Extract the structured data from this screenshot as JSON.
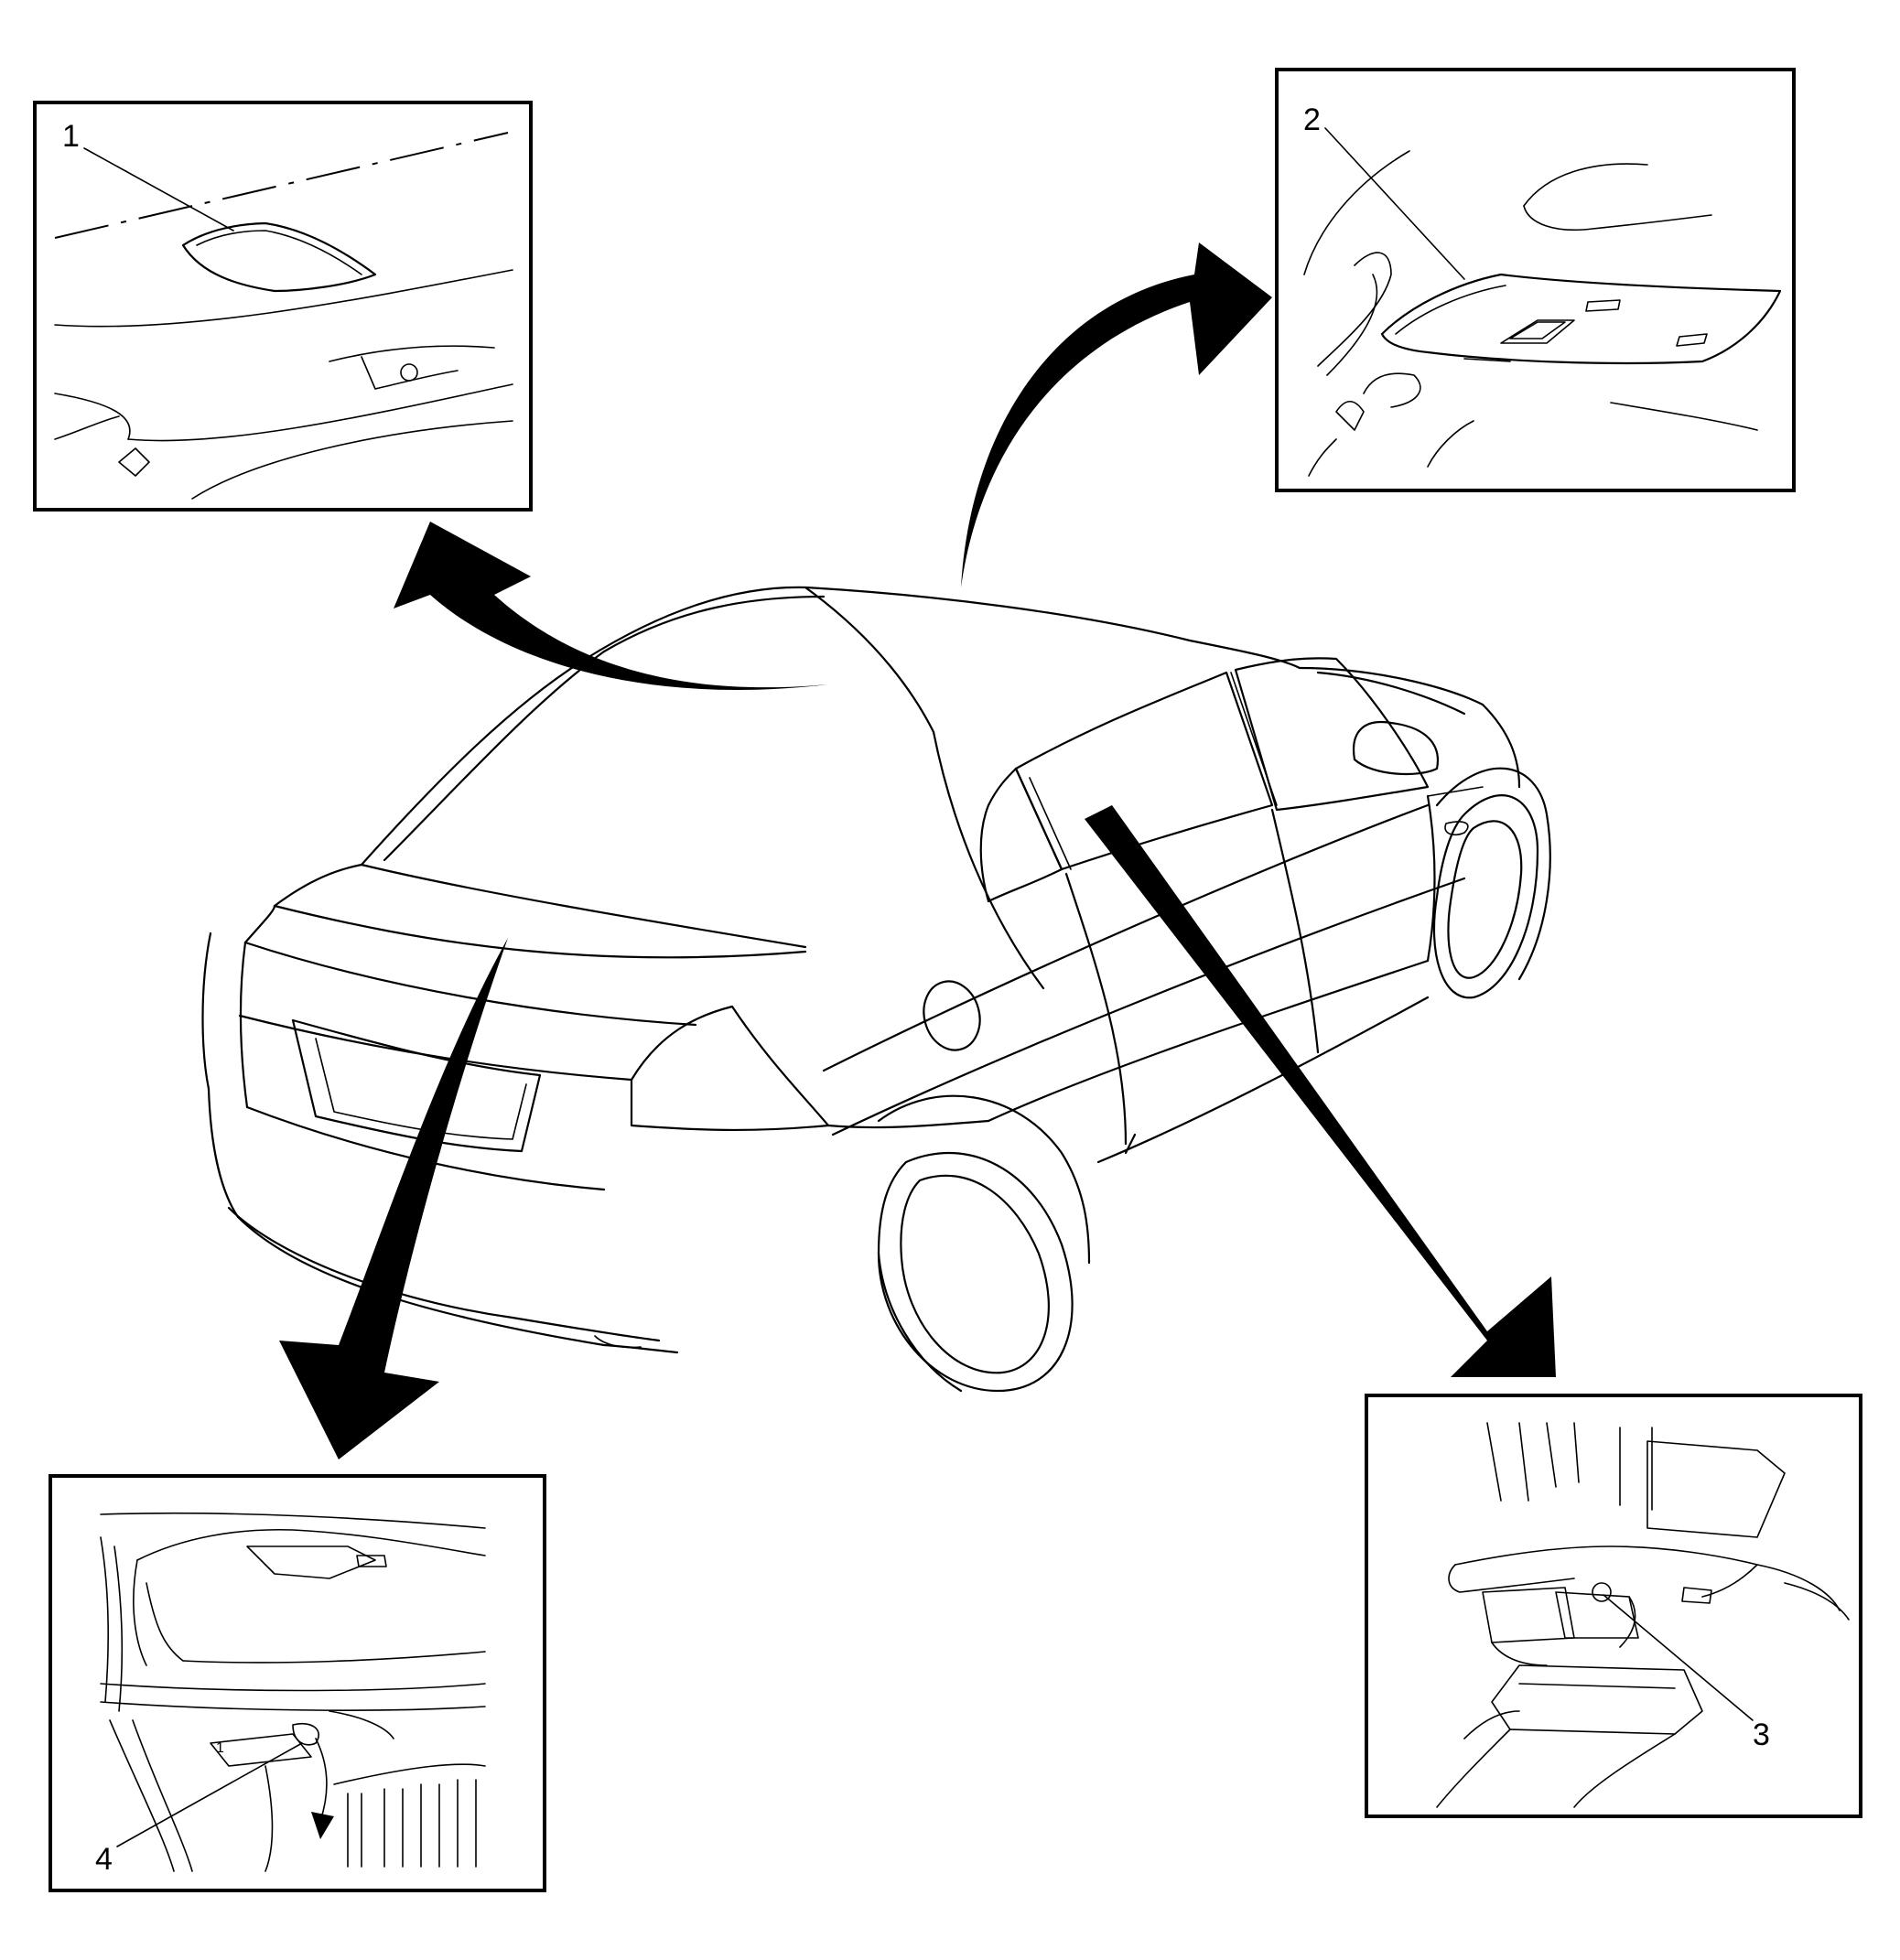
{
  "callouts": {
    "c1": "1",
    "c2": "2",
    "c3": "3",
    "c4": "4",
    "c4_small": "1"
  },
  "colors": {
    "line": "#000000",
    "background": "#ffffff"
  }
}
